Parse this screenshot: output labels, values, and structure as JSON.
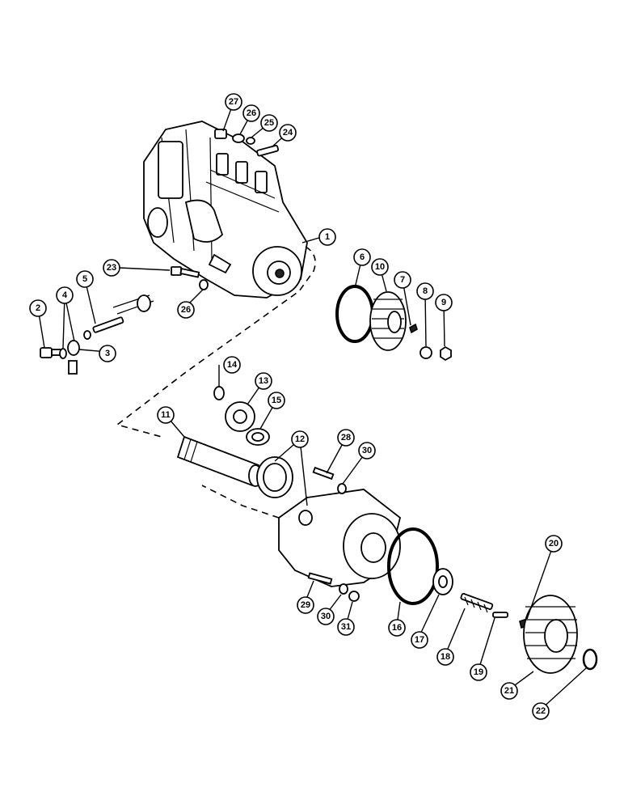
{
  "callouts": [
    {
      "id": "c1",
      "label": "1"
    },
    {
      "id": "c2",
      "label": "2"
    },
    {
      "id": "c3",
      "label": "3"
    },
    {
      "id": "c4",
      "label": "4"
    },
    {
      "id": "c5",
      "label": "5"
    },
    {
      "id": "c6",
      "label": "6"
    },
    {
      "id": "c7",
      "label": "7"
    },
    {
      "id": "c8",
      "label": "8"
    },
    {
      "id": "c9",
      "label": "9"
    },
    {
      "id": "c10",
      "label": "10"
    },
    {
      "id": "c11",
      "label": "11"
    },
    {
      "id": "c12",
      "label": "12"
    },
    {
      "id": "c13",
      "label": "13"
    },
    {
      "id": "c14",
      "label": "14"
    },
    {
      "id": "c15",
      "label": "15"
    },
    {
      "id": "c16",
      "label": "16"
    },
    {
      "id": "c17",
      "label": "17"
    },
    {
      "id": "c18",
      "label": "18"
    },
    {
      "id": "c19",
      "label": "19"
    },
    {
      "id": "c20",
      "label": "20"
    },
    {
      "id": "c21",
      "label": "21"
    },
    {
      "id": "c22",
      "label": "22"
    },
    {
      "id": "c23",
      "label": "23"
    },
    {
      "id": "c24",
      "label": "24"
    },
    {
      "id": "c25",
      "label": "25"
    },
    {
      "id": "c26a",
      "label": "26"
    },
    {
      "id": "c26b",
      "label": "26"
    },
    {
      "id": "c27",
      "label": "27"
    },
    {
      "id": "c28",
      "label": "28"
    },
    {
      "id": "c29",
      "label": "29"
    },
    {
      "id": "c30a",
      "label": "30"
    },
    {
      "id": "c30b",
      "label": "30"
    },
    {
      "id": "c31",
      "label": "31"
    }
  ]
}
